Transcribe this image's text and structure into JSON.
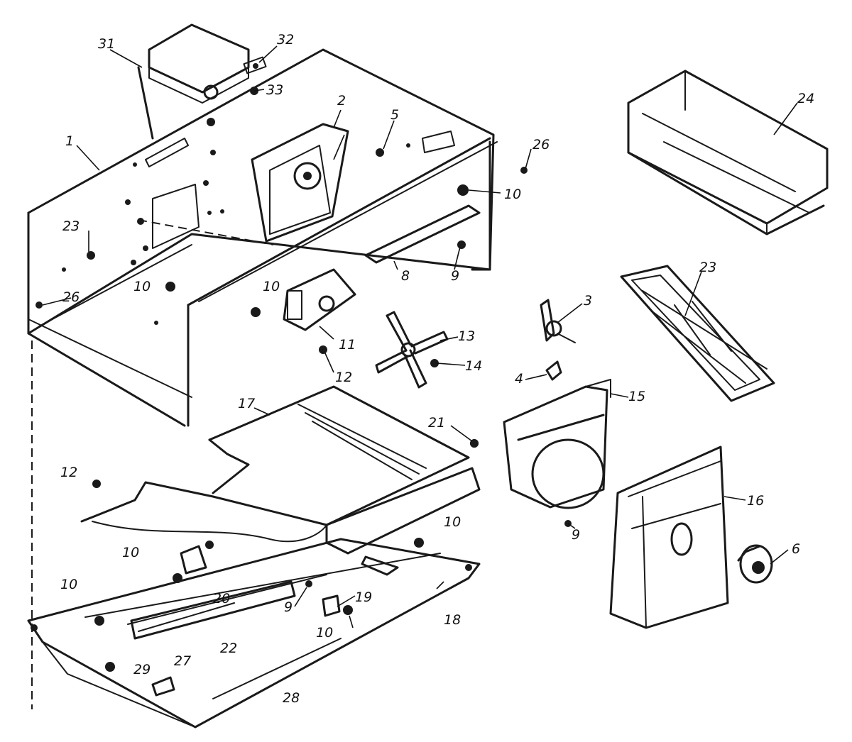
{
  "callouts": [
    {
      "id": "c1",
      "text": "1"
    },
    {
      "id": "c2",
      "text": "2"
    },
    {
      "id": "c3",
      "text": "3"
    },
    {
      "id": "c4",
      "text": "4"
    },
    {
      "id": "c5",
      "text": "5"
    },
    {
      "id": "c6",
      "text": "6"
    },
    {
      "id": "c8",
      "text": "8"
    },
    {
      "id": "c9a",
      "text": "9"
    },
    {
      "id": "c9b",
      "text": "9"
    },
    {
      "id": "c9c",
      "text": "9"
    },
    {
      "id": "c10a",
      "text": "10"
    },
    {
      "id": "c10b",
      "text": "10"
    },
    {
      "id": "c10c",
      "text": "10"
    },
    {
      "id": "c10d",
      "text": "10"
    },
    {
      "id": "c10e",
      "text": "10"
    },
    {
      "id": "c10f",
      "text": "10"
    },
    {
      "id": "c10g",
      "text": "10"
    },
    {
      "id": "c11",
      "text": "11"
    },
    {
      "id": "c12a",
      "text": "12"
    },
    {
      "id": "c12b",
      "text": "12"
    },
    {
      "id": "c13",
      "text": "13"
    },
    {
      "id": "c14",
      "text": "14"
    },
    {
      "id": "c15",
      "text": "15"
    },
    {
      "id": "c16",
      "text": "16"
    },
    {
      "id": "c17",
      "text": "17"
    },
    {
      "id": "c18",
      "text": "18"
    },
    {
      "id": "c19",
      "text": "19"
    },
    {
      "id": "c20",
      "text": "20"
    },
    {
      "id": "c21",
      "text": "21"
    },
    {
      "id": "c22",
      "text": "22"
    },
    {
      "id": "c23a",
      "text": "23"
    },
    {
      "id": "c23b",
      "text": "23"
    },
    {
      "id": "c24",
      "text": "24"
    },
    {
      "id": "c26a",
      "text": "26"
    },
    {
      "id": "c26b",
      "text": "26"
    },
    {
      "id": "c27",
      "text": "27"
    },
    {
      "id": "c28",
      "text": "28"
    },
    {
      "id": "c29",
      "text": "29"
    },
    {
      "id": "c31",
      "text": "31"
    },
    {
      "id": "c32",
      "text": "32"
    },
    {
      "id": "c33",
      "text": "33"
    }
  ]
}
